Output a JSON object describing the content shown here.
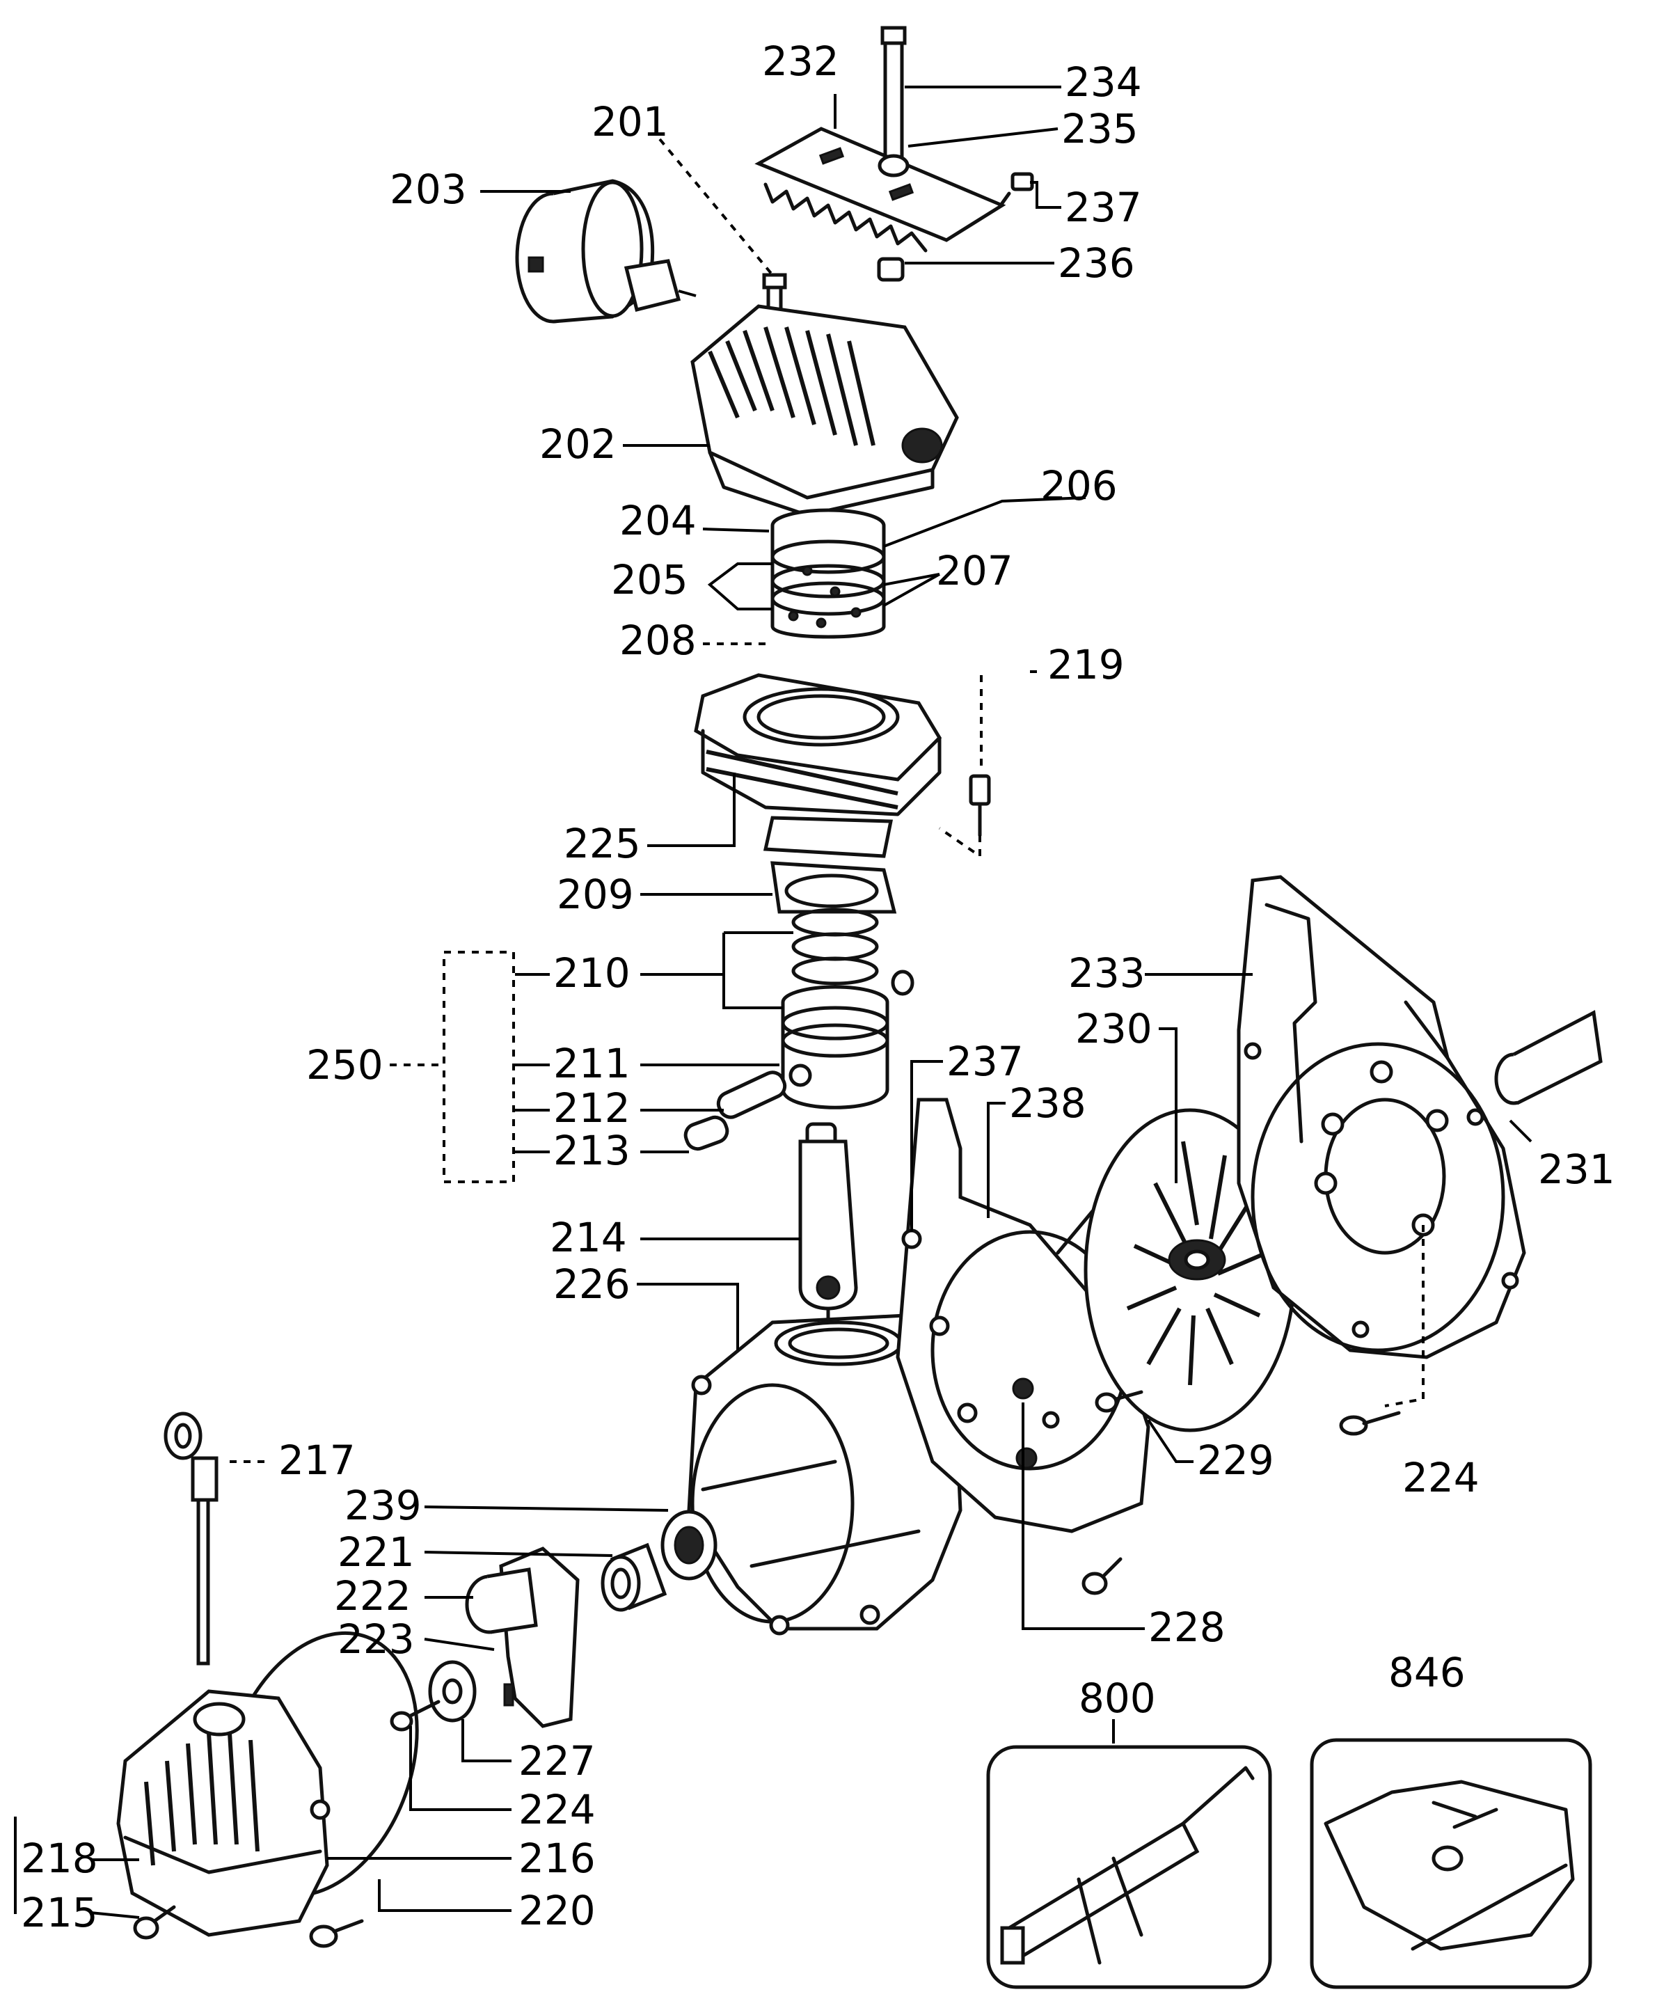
{
  "labels": {
    "l232": "232",
    "l234": "234",
    "l235": "235",
    "l201": "201",
    "l237a": "237",
    "l203": "203",
    "l236": "236",
    "l202": "202",
    "l206": "206",
    "l204": "204",
    "l207": "207",
    "l205": "205",
    "l208": "208",
    "l219": "219",
    "l225": "225",
    "l209": "209",
    "l233": "233",
    "l230": "230",
    "l210": "210",
    "l211": "211",
    "l250": "250",
    "l237b": "237",
    "l238": "238",
    "l212": "212",
    "l213": "213",
    "l231": "231",
    "l214": "214",
    "l226": "226",
    "l217": "217",
    "l229": "229",
    "l224a": "224",
    "l239": "239",
    "l221": "221",
    "l222": "222",
    "l228": "228",
    "l223": "223",
    "l846": "846",
    "l800": "800",
    "l227": "227",
    "l224b": "224",
    "l218": "218",
    "l216": "216",
    "l215": "215",
    "l220": "220"
  }
}
